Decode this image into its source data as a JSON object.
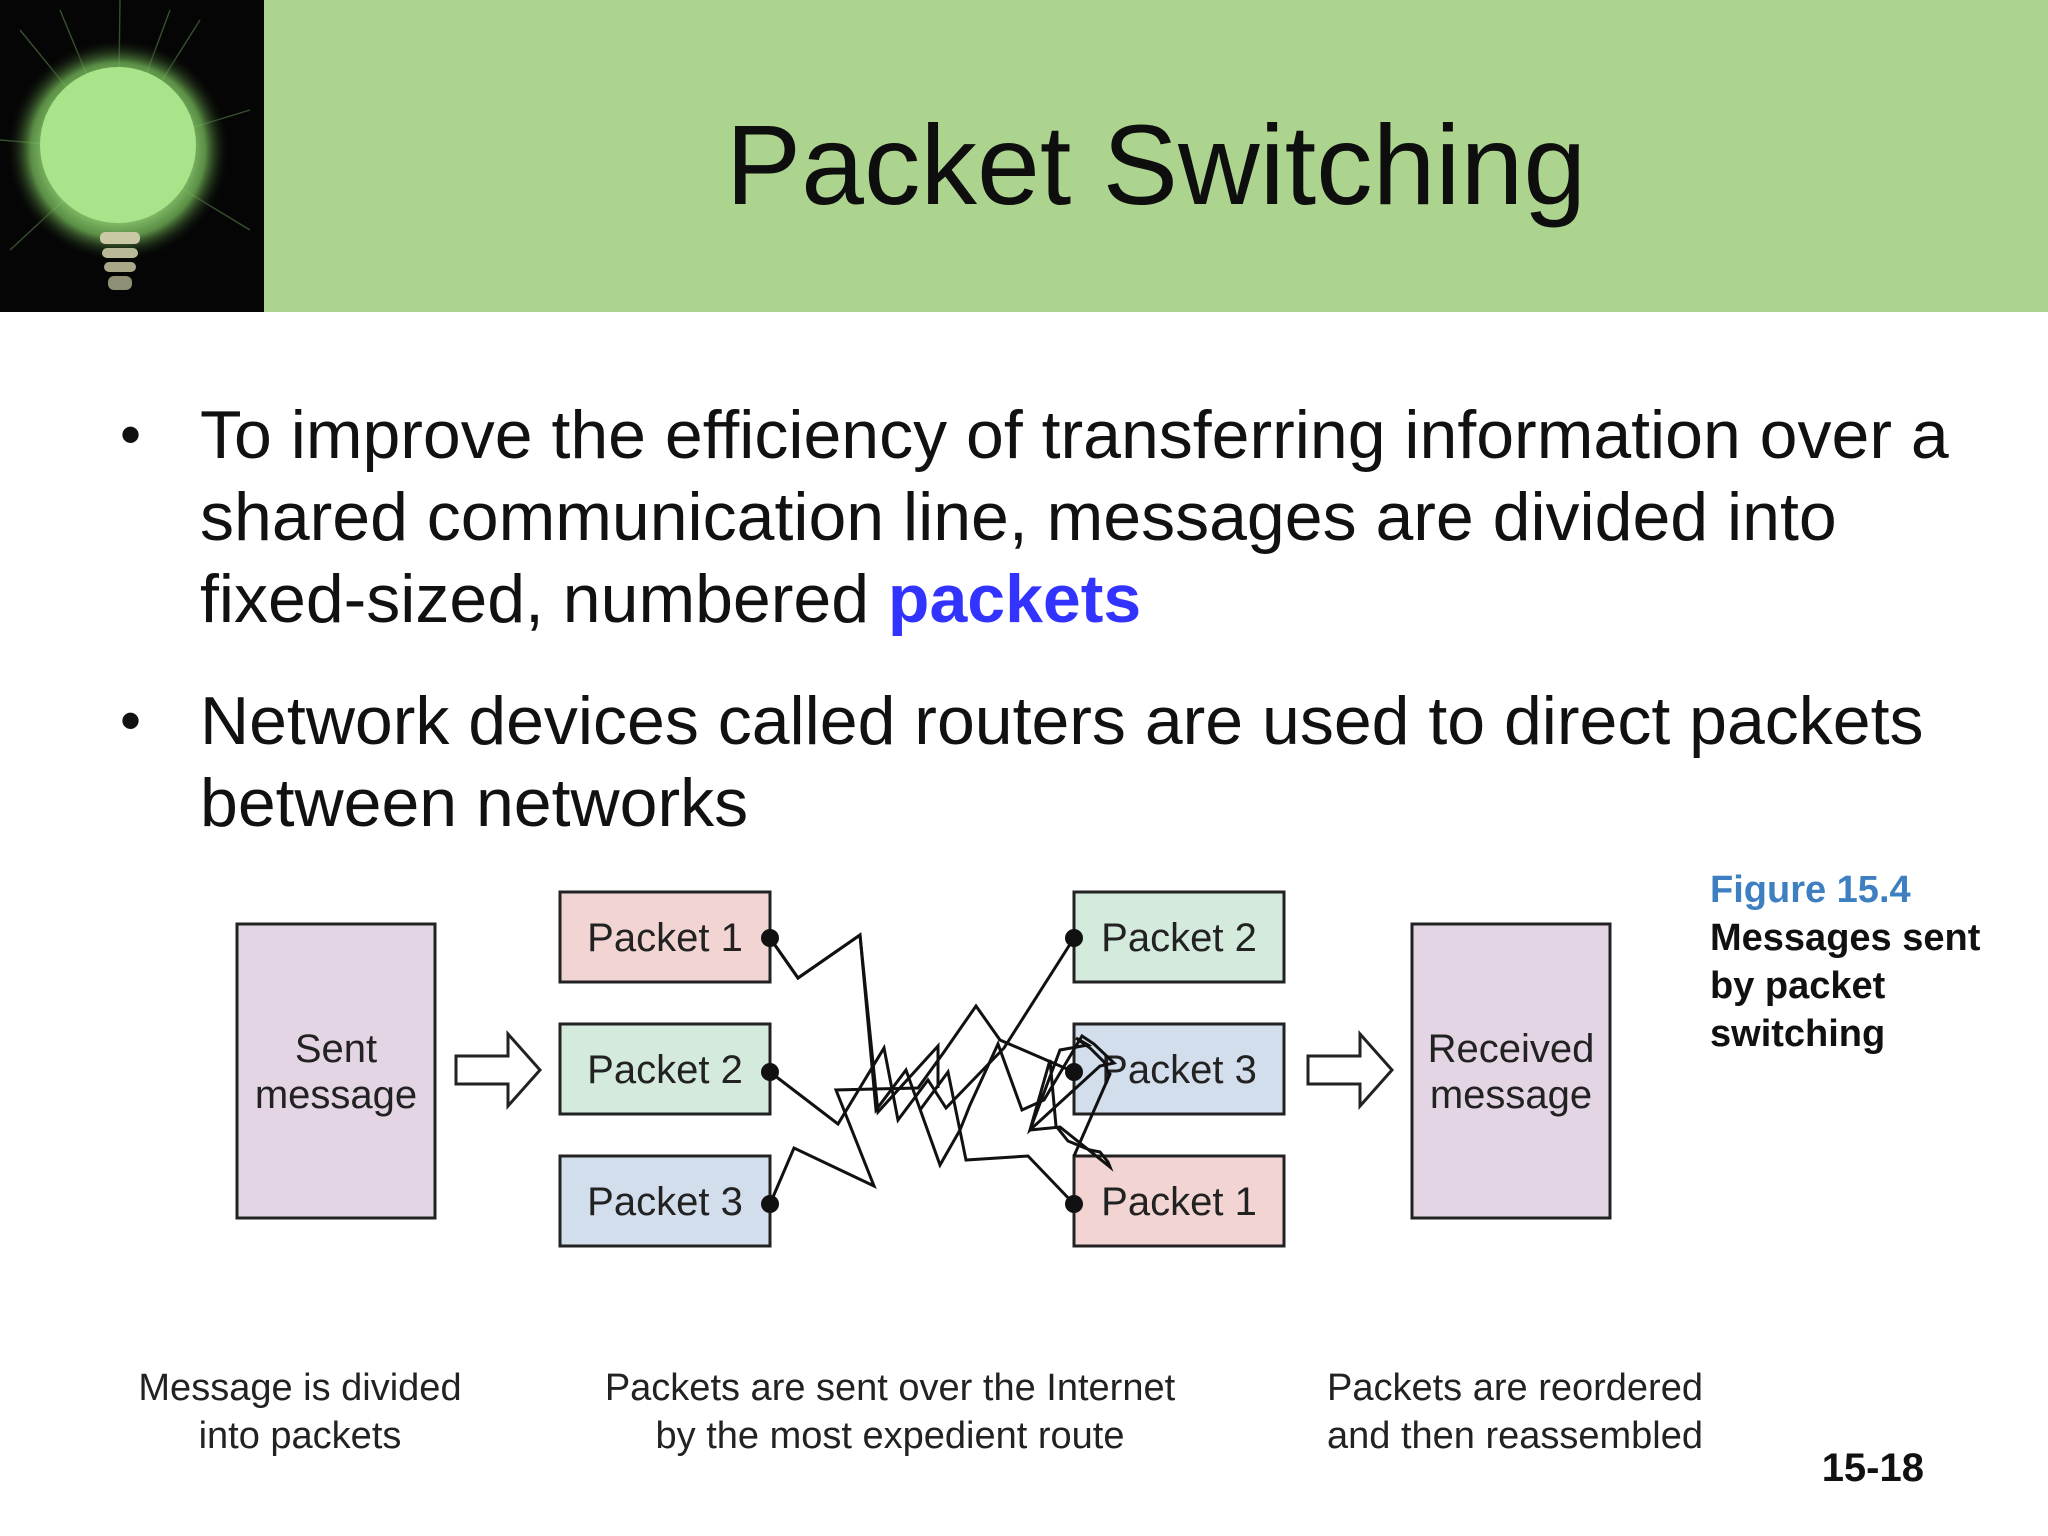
{
  "slide": {
    "title": "Packet Switching",
    "bullets": [
      {
        "text": "To improve the efficiency of transferring information over a shared communication line, messages are divided into fixed-sized, numbered ",
        "emphasis": "packets"
      },
      {
        "text": "Network devices called routers are used to direct packets between networks",
        "emphasis": ""
      }
    ],
    "page_number": "15-18",
    "colors": {
      "header_band": "#acd48f",
      "emphasis": "#3333ff",
      "figure_number": "#3d7fc0"
    }
  },
  "figure": {
    "number": "Figure 15.4",
    "caption": "Messages sent by packet switching",
    "sent_box": {
      "line1": "Sent",
      "line2": "message",
      "fill": "#e3d5e4"
    },
    "received_box": {
      "line1": "Received",
      "line2": "message",
      "fill": "#e3d5e4"
    },
    "outgoing_packets": [
      {
        "label": "Packet 1",
        "fill": "#f2d5d2"
      },
      {
        "label": "Packet 2",
        "fill": "#d3eadd"
      },
      {
        "label": "Packet 3",
        "fill": "#d3deed"
      }
    ],
    "incoming_packets": [
      {
        "label": "Packet 2",
        "fill": "#d3eadd"
      },
      {
        "label": "Packet 3",
        "fill": "#d3deed"
      },
      {
        "label": "Packet 1",
        "fill": "#f2d5d2"
      }
    ],
    "step_labels": [
      {
        "line1": "Message is divided",
        "line2": "into packets"
      },
      {
        "line1": "Packets are sent over the Internet",
        "line2": "by the most expedient route"
      },
      {
        "line1": "Packets are reordered",
        "line2": "and then reassembled"
      }
    ]
  }
}
